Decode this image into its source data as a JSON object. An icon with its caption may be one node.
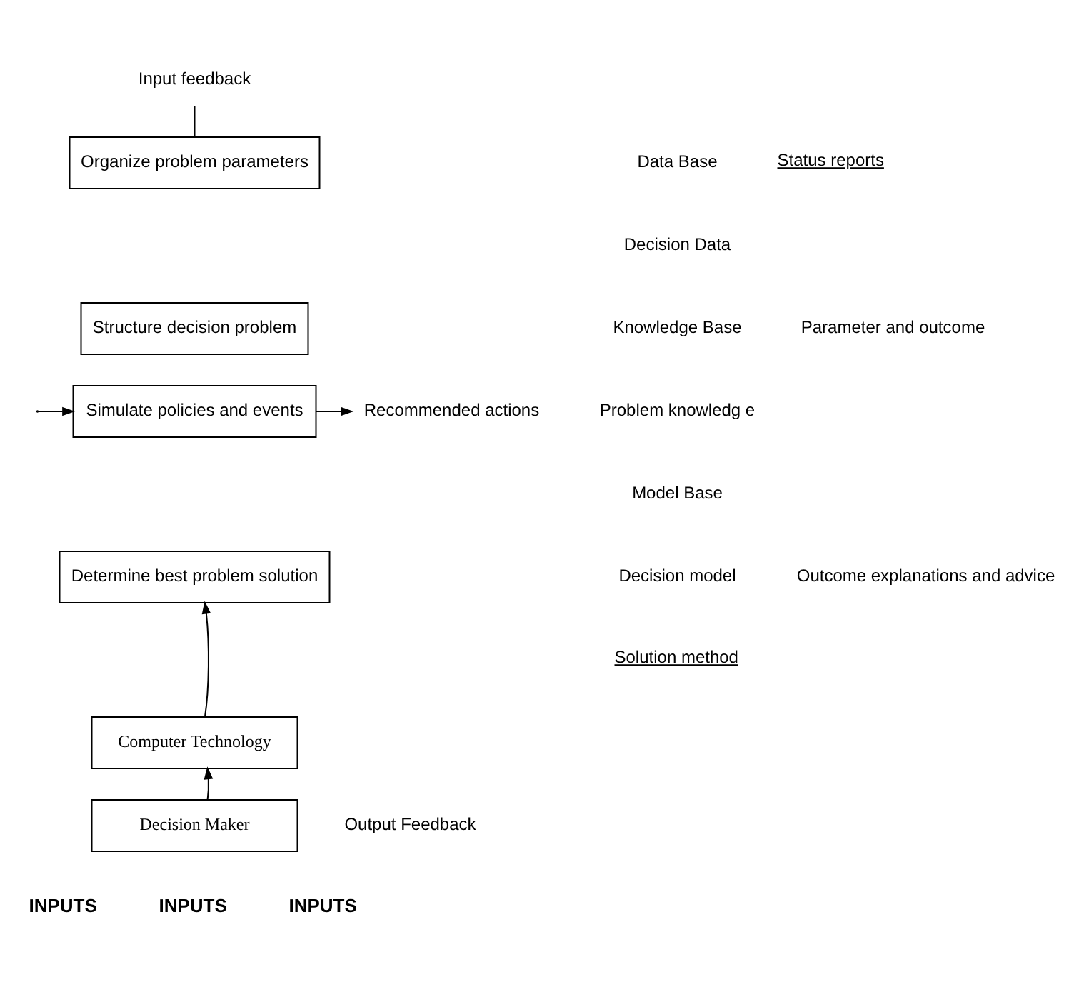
{
  "diagram": {
    "nodes": [
      {
        "text": [
          "Organize problem parameters"
        ]
      },
      {
        "text": [
          "Structure decision problem"
        ]
      },
      {
        "text": [
          "Simulate policies and events"
        ]
      },
      {
        "text": [
          "Determine best problem solution"
        ]
      },
      {
        "text": [
          "Computer Technology"
        ]
      },
      {
        "text": [
          "Decision Maker"
        ]
      },
      {
        "text": [
          "Input feedback"
        ]
      },
      {
        "text": [
          "Recommended actions"
        ]
      }
    ],
    "edges": [
      {
        "from": 6,
        "to": 0,
        "arrow": "none"
      },
      {
        "from": null,
        "to": 2,
        "arrow": "to"
      },
      {
        "from": 2,
        "to": 7,
        "arrow": "to"
      },
      {
        "from": 4,
        "to": 3,
        "arrow": "to"
      },
      {
        "from": 5,
        "to": 4,
        "arrow": "to"
      }
    ],
    "labels": [
      "Data Base",
      "Decision Data",
      "Knowledge Base",
      "Problem knowledg e",
      "Model Base",
      "Decision model",
      "Solution method",
      "Status reports",
      "Parameter and outcome",
      "Outcome explanations and advice",
      "Output Feedback",
      "INPUTS",
      "INPUTS",
      "INPUTS"
    ]
  }
}
